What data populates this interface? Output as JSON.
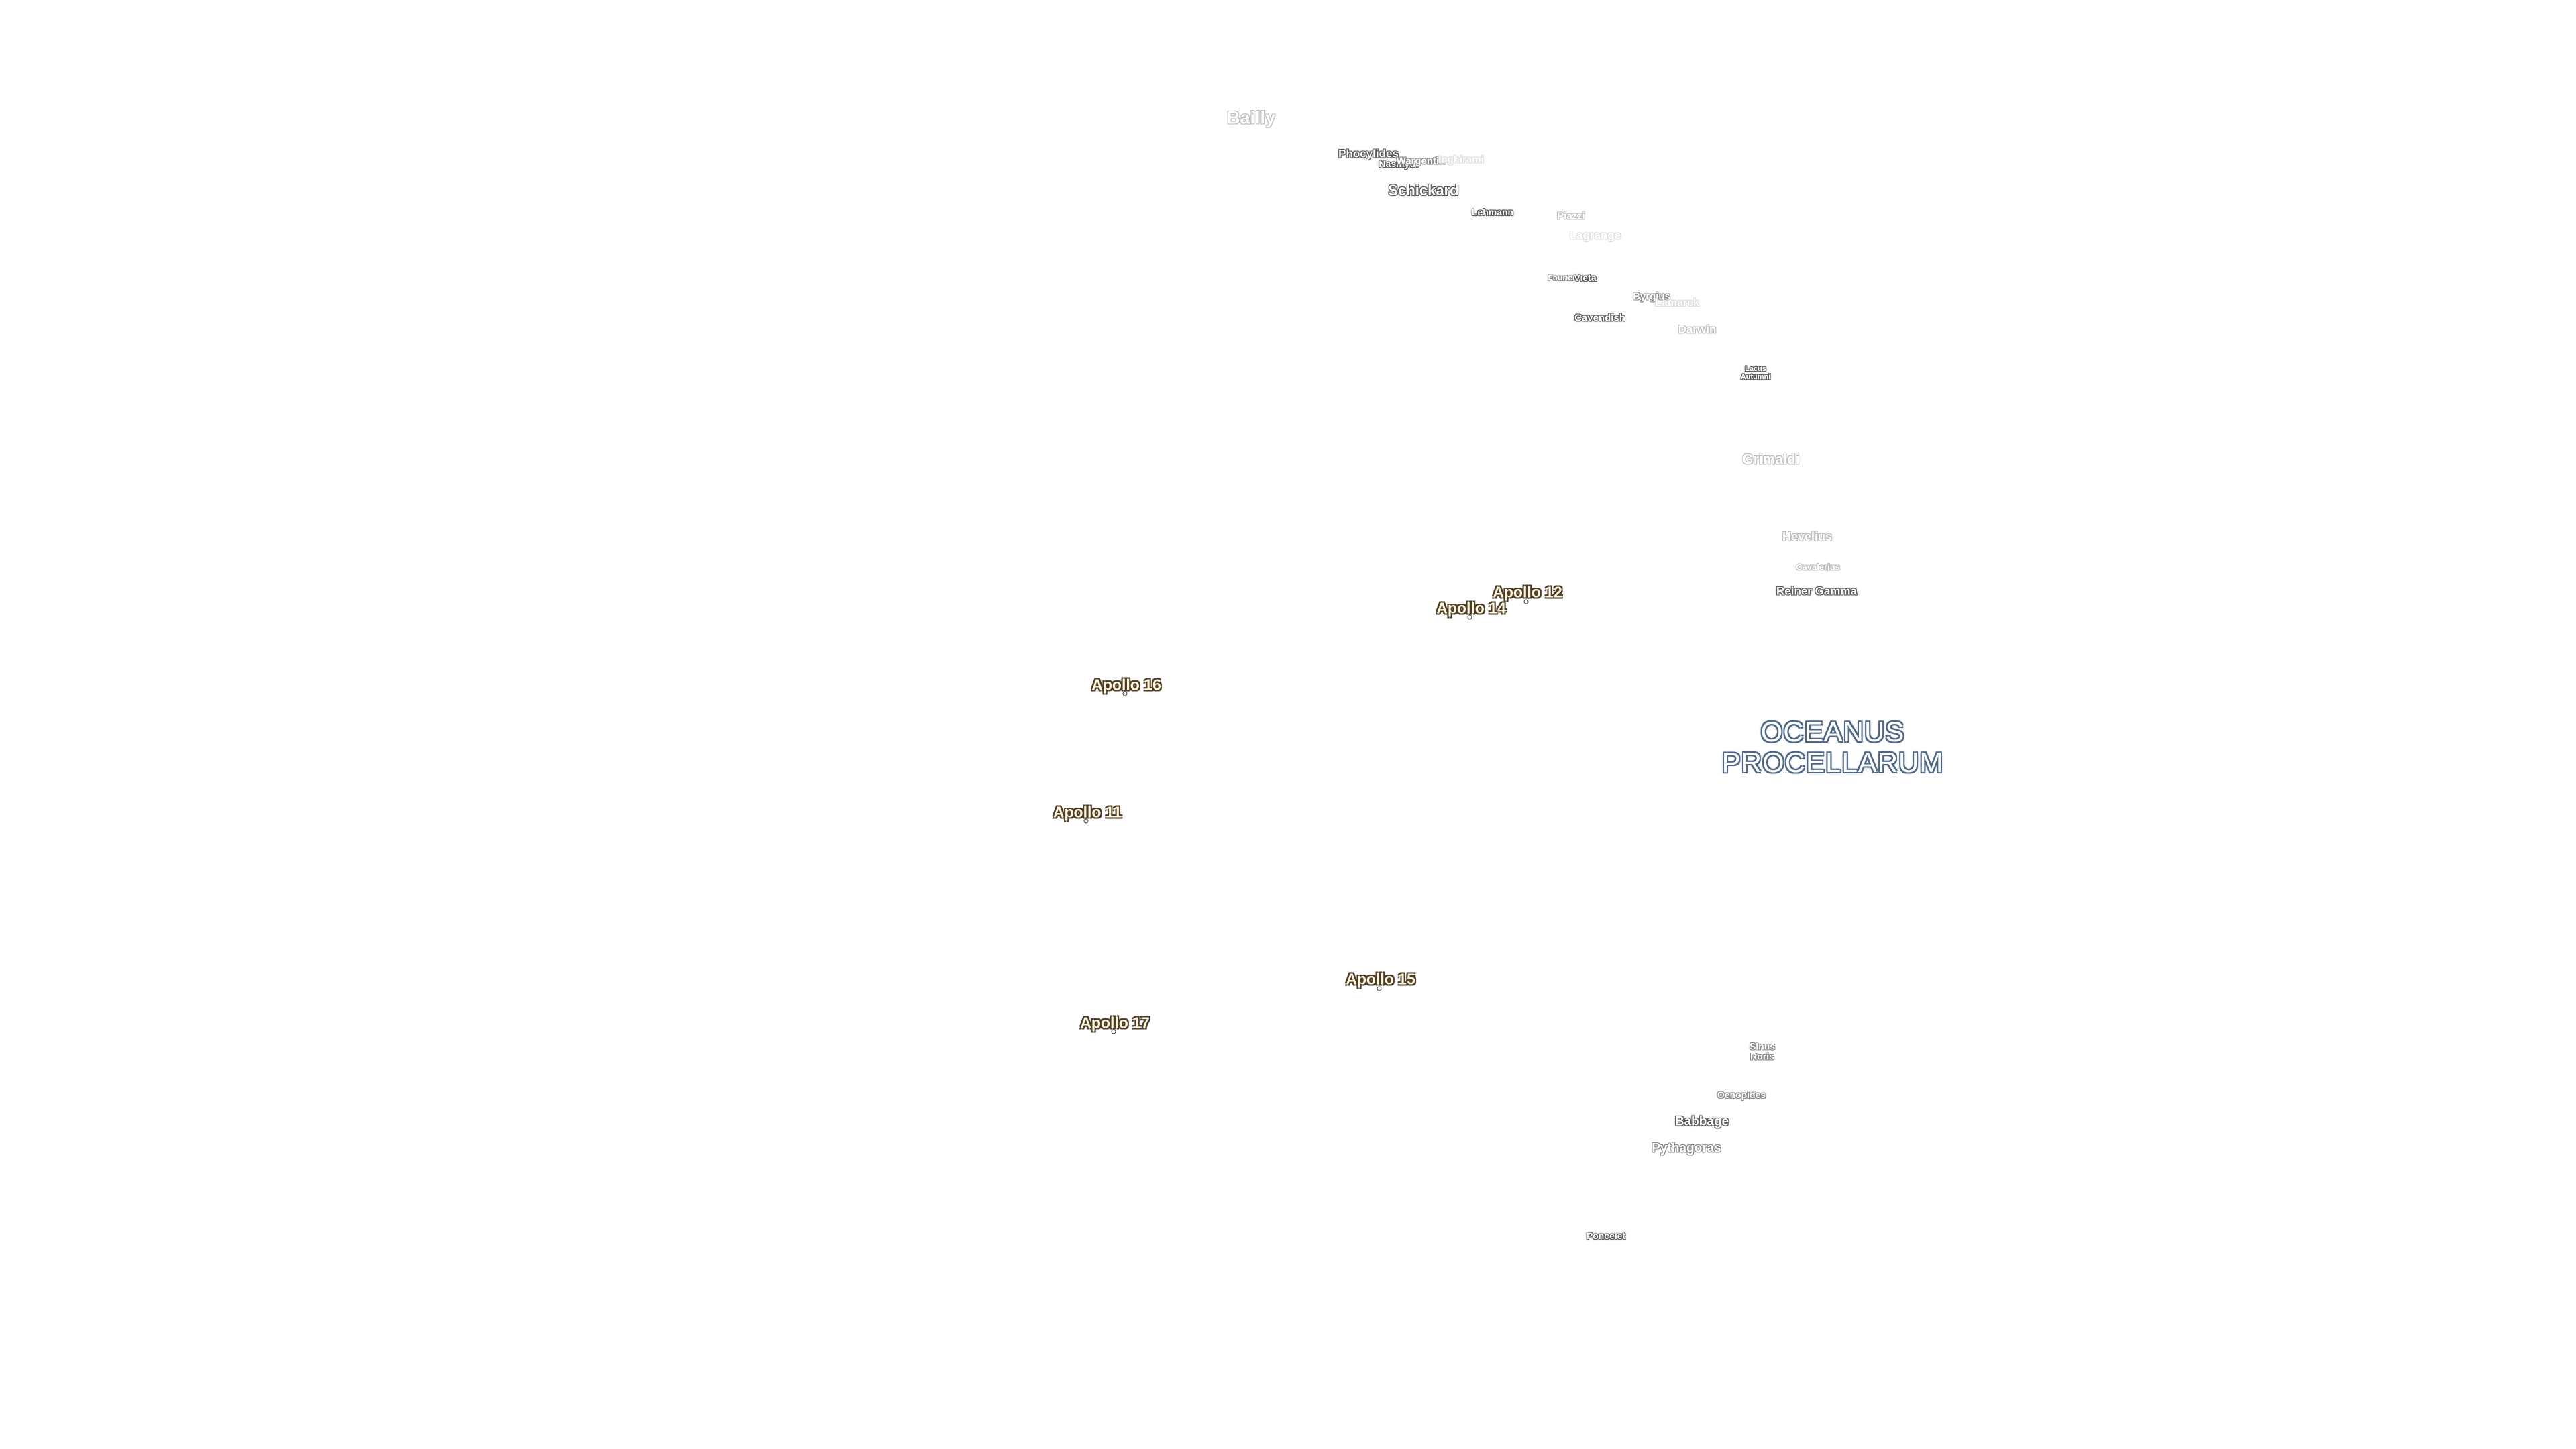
{
  "craters": [
    {
      "id": "bailly",
      "name": "Bailly",
      "tone": "faint"
    },
    {
      "id": "phocylides",
      "name": "Phocylides",
      "tone": "normal"
    },
    {
      "id": "nasmyth",
      "name": "Nasmyth",
      "tone": "normal"
    },
    {
      "id": "wargentin",
      "name": "Wargentin",
      "tone": "mid"
    },
    {
      "id": "inghirami",
      "name": "Inghirami",
      "tone": "vfaint"
    },
    {
      "id": "schickard",
      "name": "Schickard",
      "tone": "normal"
    },
    {
      "id": "lehmann",
      "name": "Lehmann",
      "tone": "normal"
    },
    {
      "id": "piazzi",
      "name": "Piazzi",
      "tone": "faint"
    },
    {
      "id": "lagrange",
      "name": "Lagrange",
      "tone": "vfaint"
    },
    {
      "id": "fourier",
      "name": "Fourier",
      "tone": "mid"
    },
    {
      "id": "vieta",
      "name": "Vieta",
      "tone": "normal"
    },
    {
      "id": "byrgius",
      "name": "Byrgius",
      "tone": "mid"
    },
    {
      "id": "lamarck",
      "name": "Lamarck",
      "tone": "vfaint"
    },
    {
      "id": "cavendish",
      "name": "Cavendish",
      "tone": "normal"
    },
    {
      "id": "darwin",
      "name": "Darwin",
      "tone": "faint"
    },
    {
      "id": "lacus-autumni",
      "name_lines": [
        "Lacus",
        "Autumni"
      ],
      "tone": "normal"
    },
    {
      "id": "grimaldi",
      "name": "Grimaldi",
      "tone": "faint"
    },
    {
      "id": "hevelius",
      "name": "Hevelius",
      "tone": "faint"
    },
    {
      "id": "cavalerius",
      "name": "Cavalerius",
      "tone": "faint"
    },
    {
      "id": "reiner-gamma",
      "name": "Reiner Gamma",
      "tone": "normal"
    },
    {
      "id": "sinus-roris",
      "name_lines": [
        "Sinus",
        "Roris"
      ],
      "tone": "mid"
    },
    {
      "id": "oenopides",
      "name": "Oenopides",
      "tone": "mid"
    },
    {
      "id": "babbage",
      "name": "Babbage",
      "tone": "normal"
    },
    {
      "id": "pythagoras",
      "name": "Pythagoras",
      "tone": "mid"
    },
    {
      "id": "poncelet",
      "name": "Poncelet",
      "tone": "normal"
    }
  ],
  "apollo_sites": [
    {
      "id": "apollo-12",
      "name": "Apollo 12"
    },
    {
      "id": "apollo-14",
      "name": "Apollo 14"
    },
    {
      "id": "apollo-16",
      "name": "Apollo 16"
    },
    {
      "id": "apollo-11",
      "name": "Apollo 11"
    },
    {
      "id": "apollo-15",
      "name": "Apollo 15"
    },
    {
      "id": "apollo-17",
      "name": "Apollo 17"
    }
  ],
  "maria": [
    {
      "id": "oceanus-procellarum",
      "name_lines": [
        "OCEANUS",
        "PROCELLARUM"
      ]
    }
  ]
}
